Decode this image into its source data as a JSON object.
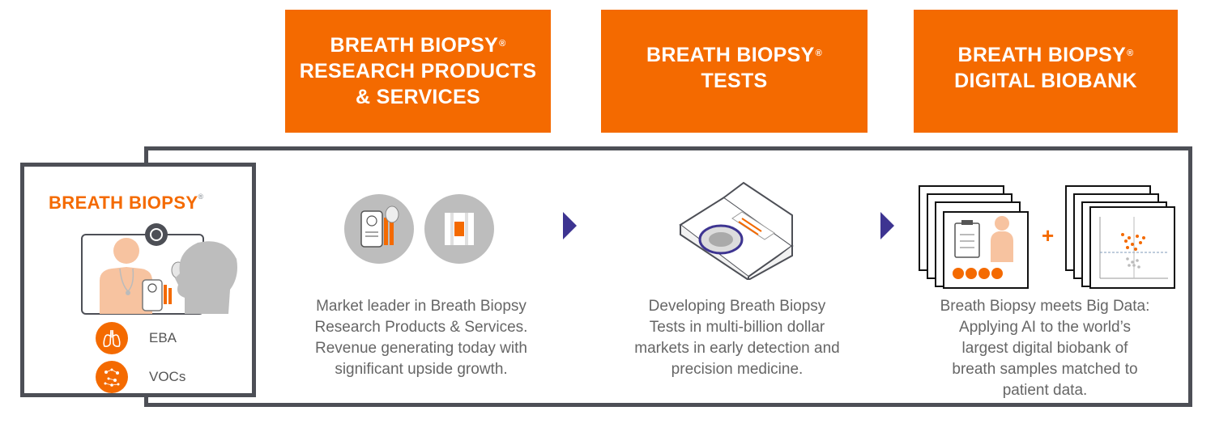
{
  "headers": [
    {
      "lines": [
        "BREATH BIOPSY",
        "RESEARCH PRODUCTS",
        "& SERVICES"
      ],
      "mark": "®"
    },
    {
      "lines": [
        "BREATH BIOPSY",
        "TESTS"
      ],
      "mark": "®"
    },
    {
      "lines": [
        "BREATH BIOPSY",
        "DIGITAL BIOBANK"
      ],
      "mark": "®"
    }
  ],
  "side": {
    "title": "BREATH BIOPSY",
    "mark": "®",
    "legend": [
      {
        "label": "EBA",
        "icon": "lungs-icon"
      },
      {
        "label": "VOCs",
        "icon": "molecules-icon"
      }
    ]
  },
  "descriptions": [
    {
      "lines": [
        "Market leader in Breath Biopsy",
        "Research Products & Services.",
        "Revenue generating today with",
        "significant upside growth."
      ]
    },
    {
      "lines": [
        "Developing Breath Biopsy",
        "Tests in multi-billion dollar",
        "markets in early detection and",
        "precision medicine."
      ]
    },
    {
      "lines": [
        "Breath Biopsy meets Big Data:",
        "Applying AI to the world’s",
        "largest digital biobank of",
        "breath samples matched to",
        "patient data."
      ]
    }
  ],
  "plus_sign": "+",
  "colors": {
    "accent": "#f46a00",
    "frame": "#4d4f56",
    "arrow": "#3d3491",
    "text": "#666666"
  }
}
